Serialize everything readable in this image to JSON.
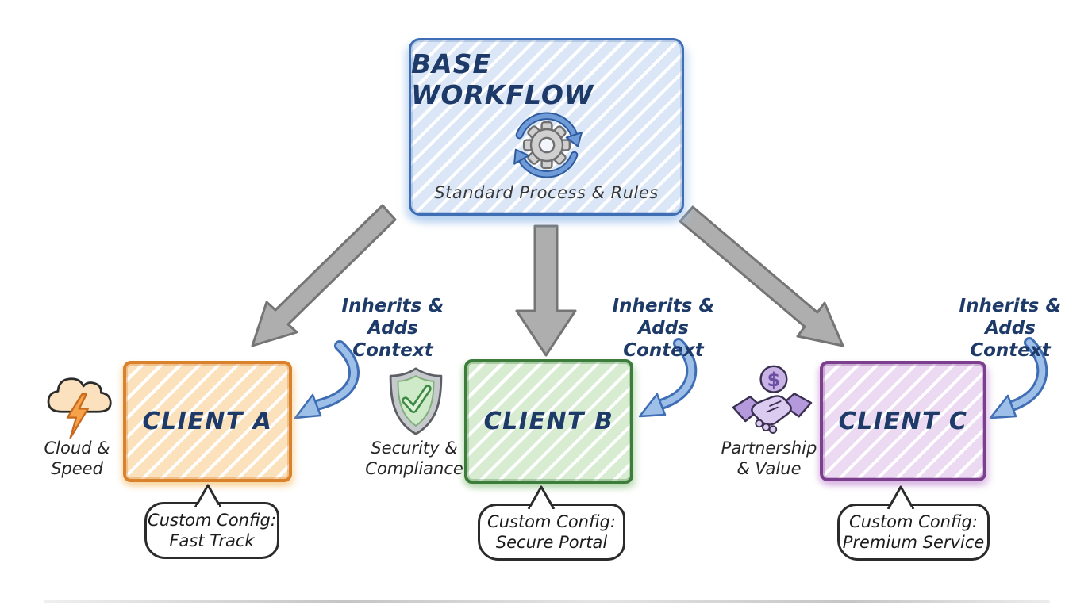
{
  "base": {
    "title": "BASE WORKFLOW",
    "subtitle": "Standard Process & Rules",
    "icon": "gear-sync-icon",
    "fill": "#dbe7f6",
    "border": "#3f6eb5"
  },
  "inherits_labels": [
    {
      "line1": "Inherits &",
      "line2": "Adds Context"
    },
    {
      "line1": "Inherits &",
      "line2": "Adds Context"
    },
    {
      "line1": "Inherits &",
      "line2": "Adds Context"
    }
  ],
  "clients": [
    {
      "name": "CLIENT A",
      "fill": "#fbe2bd",
      "border": "#d9822b",
      "feature_icon": "storm-cloud-lightning-icon",
      "feature_line1": "Cloud &",
      "feature_line2": "Speed",
      "callout_line1": "Custom Config:",
      "callout_line2": "Fast Track"
    },
    {
      "name": "CLIENT B",
      "fill": "#d8ecd2",
      "border": "#3c7d3c",
      "feature_icon": "shield-check-icon",
      "feature_line1": "Security &",
      "feature_line2": "Compliance",
      "callout_line1": "Custom Config:",
      "callout_line2": "Secure Portal"
    },
    {
      "name": "CLIENT C",
      "fill": "#ecd9f2",
      "border": "#7b3f8e",
      "feature_icon": "handshake-dollar-icon",
      "feature_line1": "Partnership",
      "feature_line2": "& Value",
      "callout_line1": "Custom Config:",
      "callout_line2": "Premium Service"
    }
  ],
  "colors": {
    "heading_text": "#1d3a68",
    "body_text": "#262626",
    "arrow_gray": "#aeaeae",
    "arrow_gray_outline": "#757575",
    "arrow_blue": "#9dbfe8",
    "arrow_blue_outline": "#3f6eb5"
  }
}
